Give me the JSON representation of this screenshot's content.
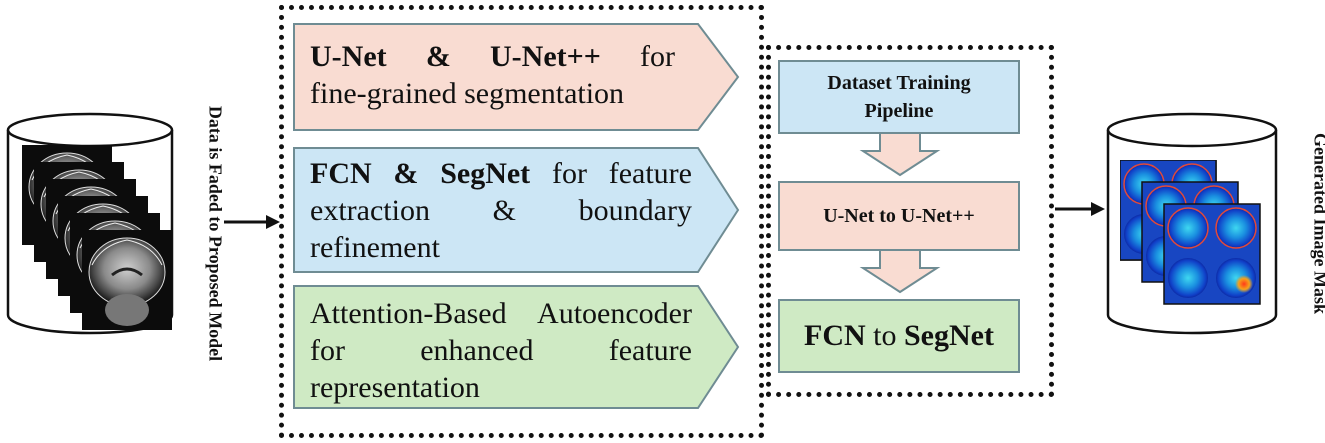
{
  "input": {
    "side_label": "Data is Faded to Proposed Model"
  },
  "output": {
    "side_label": "Generated Image Mask"
  },
  "models": [
    {
      "bold_a": "U-Net",
      "amp": " & ",
      "bold_b": "U-Net++",
      "tail": " for",
      "line2": "fine-grained segmentation",
      "line3": "",
      "color": "#f9dcd2"
    },
    {
      "bold_a": "FCN",
      "amp": " & ",
      "bold_b": "SegNet",
      "tail": " for feature",
      "line2": "extraction & boundary",
      "line3": "refinement",
      "color": "#cce6f5"
    },
    {
      "line1": "Attention-Based Autoencoder",
      "line2": "for enhanced feature",
      "line3": "representation",
      "color": "#cfeac4"
    }
  ],
  "pipeline": {
    "step1": "Dataset Training Pipeline",
    "step1_line1": "Dataset Training",
    "step1_line2": "Pipeline",
    "step2": "U-Net to U-Net++",
    "step3_a": "FCN",
    "step3_mid": " to ",
    "step3_b": "SegNet"
  },
  "colors": {
    "pink": "#f9dcd2",
    "blue": "#cce6f5",
    "green": "#cfeac4",
    "arrow_fill": "#f9dcd2",
    "stroke": "#6f8c93"
  }
}
